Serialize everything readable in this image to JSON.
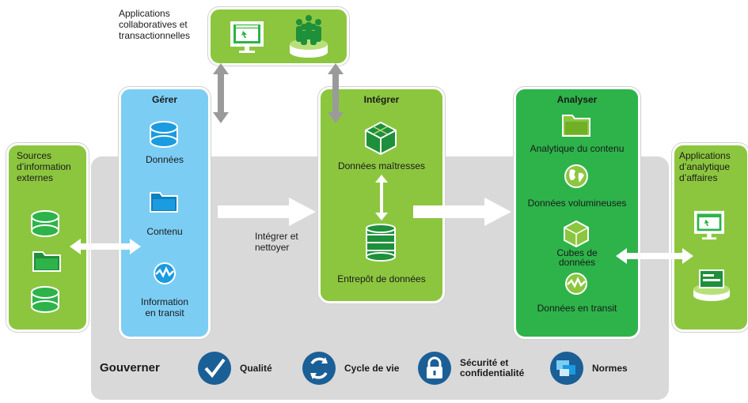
{
  "top": {
    "apps_label": "Applications collaboratives et transactionnelles"
  },
  "left": {
    "sources_label": "Sources d’information externes"
  },
  "gerer": {
    "title": "Gérer",
    "items": [
      "Données",
      "Contenu",
      "Information en transit"
    ]
  },
  "middle_label": "Intégrer et nettoyer",
  "integrer": {
    "title": "Intégrer",
    "items": [
      "Données maîtresses",
      "Entrepôt de données"
    ]
  },
  "analyser": {
    "title": "Analyser",
    "items": [
      "Analytique du contenu",
      "Données volumineuses",
      "Cubes de données",
      "Données en transit"
    ]
  },
  "right": {
    "apps_label": "Applications d’analytique d’affaires"
  },
  "gouverner": {
    "label": "Gouverner",
    "items": [
      "Qualité",
      "Cycle de vie",
      "Sécurité et confidentialité",
      "Normes"
    ]
  },
  "colors": {
    "green_light": "#8cc63f",
    "green_dark": "#2db34a",
    "blue_light": "#7ccdf4",
    "blue_dark": "#1b5f97",
    "gray": "#d9d9d9"
  }
}
